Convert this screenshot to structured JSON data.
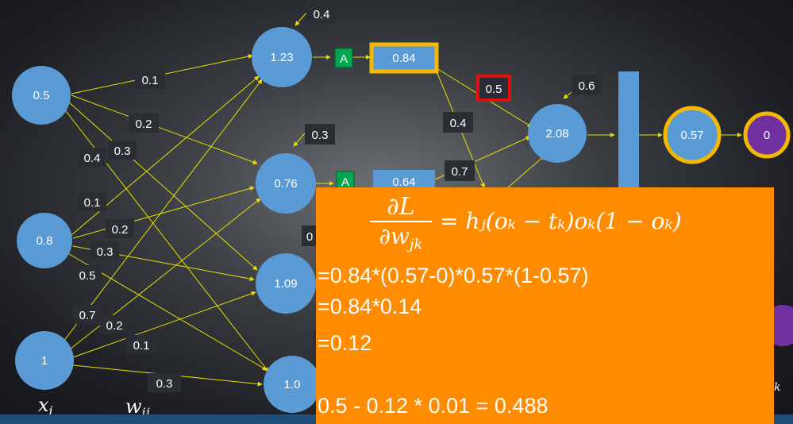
{
  "nodes": {
    "input": [
      {
        "id": "n-in-1",
        "value": "0.5",
        "fill": "#5b9bd5"
      },
      {
        "id": "n-in-2",
        "value": "0.8",
        "fill": "#5b9bd5"
      },
      {
        "id": "n-in-3",
        "value": "1",
        "fill": "#5b9bd5"
      }
    ],
    "hidden": [
      {
        "id": "n-h-1",
        "value": "1.23",
        "fill": "#5b9bd5"
      },
      {
        "id": "n-h-2",
        "value": "0.76",
        "fill": "#5b9bd5"
      },
      {
        "id": "n-h-3",
        "value": "1.09",
        "fill": "#5b9bd5"
      },
      {
        "id": "n-h-4",
        "value": "1.0",
        "fill": "#5b9bd5"
      }
    ],
    "output_sum": {
      "value": "2.08"
    },
    "output_act": {
      "value": "0.57"
    },
    "target": {
      "value": "0"
    }
  },
  "labels": {
    "xi": "x",
    "xi_sub": "i",
    "wij": "w",
    "wij_sub": "ij",
    "k_partial": "k"
  },
  "input_weights": [
    "0.1",
    "0.2",
    "0.4",
    "0.3",
    "0.1",
    "0.2",
    "0.3",
    "0.5",
    "0.7",
    "0.2",
    "0.1",
    "0.3"
  ],
  "bias_labels": [
    "0.4",
    "0.3",
    "0",
    "0.6"
  ],
  "activation": [
    "A",
    "A"
  ],
  "hidden_outputs": [
    "0.84",
    "0.64"
  ],
  "output_weights": [
    "0.5",
    "0.4",
    "0.7"
  ],
  "formula": {
    "lhs_num": "∂L",
    "lhs_den": "∂w",
    "lhs_den_sub": "jk",
    "rhs": "= hⱼ(oₖ − tₖ)oₖ(1 − oₖ)",
    "line1": "=0.84*(0.57-0)*0.57*(1-0.57)",
    "line2": "=0.84*0.14",
    "line3": "=0.12",
    "line4": "0.5 - 0.12 * 0.01 = 0.488"
  },
  "colors": {
    "node": "#5b9bd5",
    "highlight": "#f5b800",
    "selected_weight": "#e01010",
    "target": "#7030a0",
    "activation": "#00a650",
    "edge": "#e8e000",
    "formula_bg": "#ff8c00",
    "label_bg": "#2a2d33"
  }
}
